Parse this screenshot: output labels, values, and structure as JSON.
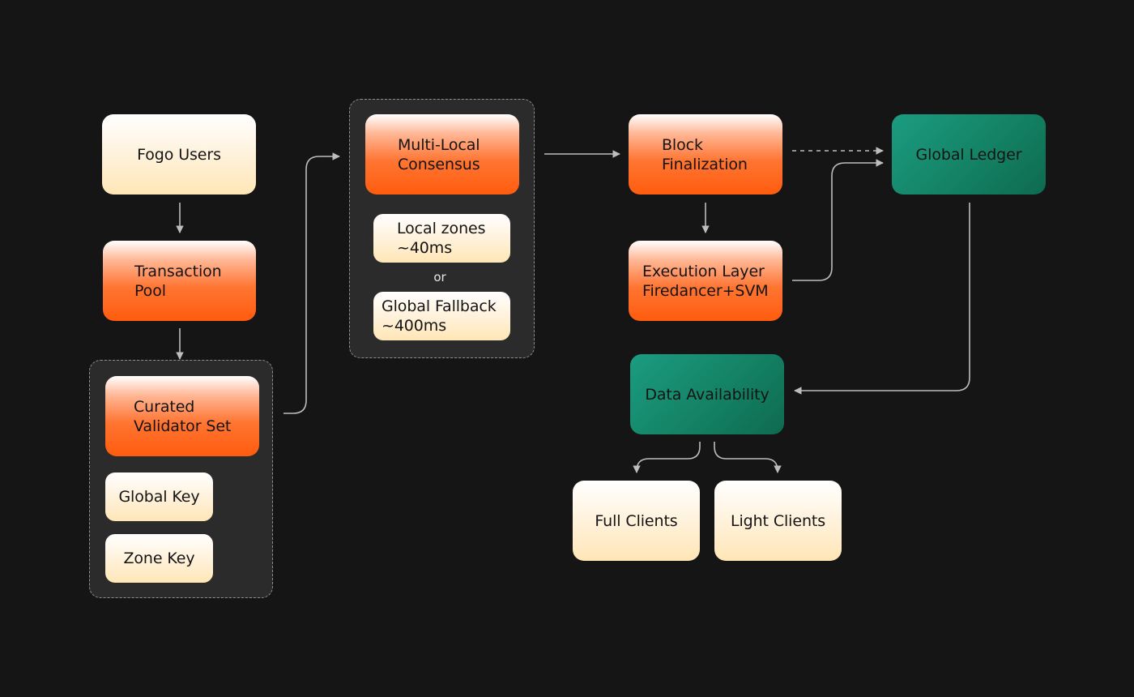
{
  "nodes": {
    "fogo_users": {
      "label": "Fogo Users"
    },
    "transaction_pool": {
      "lines": [
        "Transaction",
        "Pool"
      ]
    },
    "curated_validator_set": {
      "lines": [
        "Curated",
        "Validator Set"
      ]
    },
    "global_key": {
      "label": "Global Key"
    },
    "zone_key": {
      "label": "Zone Key"
    },
    "multi_local_consensus": {
      "lines": [
        "Multi-Local",
        "Consensus"
      ]
    },
    "local_zones": {
      "lines": [
        "Local zones",
        "~40ms"
      ]
    },
    "or": {
      "label": "or"
    },
    "global_fallback": {
      "lines": [
        "Global Fallback",
        "~400ms"
      ]
    },
    "block_finalization": {
      "lines": [
        "Block",
        "Finalization"
      ]
    },
    "execution_layer": {
      "lines": [
        "Execution Layer",
        "Firedancer+SVM"
      ]
    },
    "global_ledger": {
      "label": "Global Ledger"
    },
    "data_availability": {
      "label": "Data Availability"
    },
    "full_clients": {
      "label": "Full Clients"
    },
    "light_clients": {
      "label": "Light Clients"
    }
  },
  "colors": {
    "background": "#151515",
    "group_fill": "#2b2b2b",
    "connector": "#bdbdbd",
    "orange": "#ff5c0e",
    "cream": "#ffe6b6",
    "teal": "#148264"
  }
}
